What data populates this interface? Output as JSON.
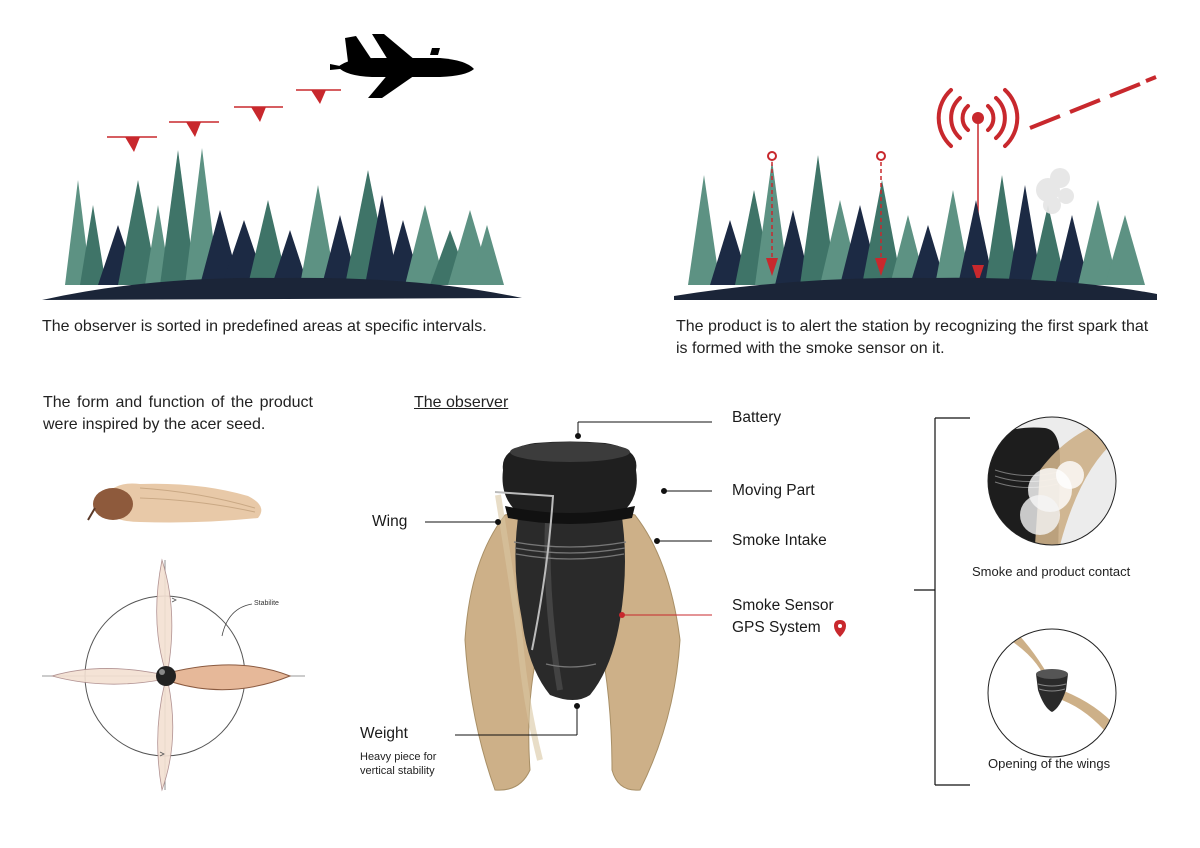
{
  "scene_left": {
    "caption": "The observer is sorted in predefined areas at specific intervals."
  },
  "scene_right": {
    "caption": "The product is to alert the station by recognizing the first spark that is formed with the smoke sensor on it."
  },
  "inspiration": {
    "text": "The form and function of the product were inspired by the acer seed.",
    "diagram_label": "Stabilite"
  },
  "observer": {
    "title": "The observer",
    "labels": {
      "battery": "Battery",
      "moving_part": "Moving Part",
      "wing": "Wing",
      "smoke_intake": "Smoke Intake",
      "smoke_sensor": "Smoke Sensor",
      "gps": "GPS System",
      "weight": "Weight",
      "weight_note": "Heavy piece for vertical stability"
    }
  },
  "details": {
    "top_caption": "Smoke and product contact",
    "bottom_caption": "Opening of the wings"
  },
  "colors": {
    "accent_red": "#c8282d",
    "tree_navy": "#1c2a44",
    "tree_green": "#3f7468",
    "tree_sage": "#5d9283",
    "ground": "#1b2538",
    "wing_tan": "#cdb088"
  }
}
